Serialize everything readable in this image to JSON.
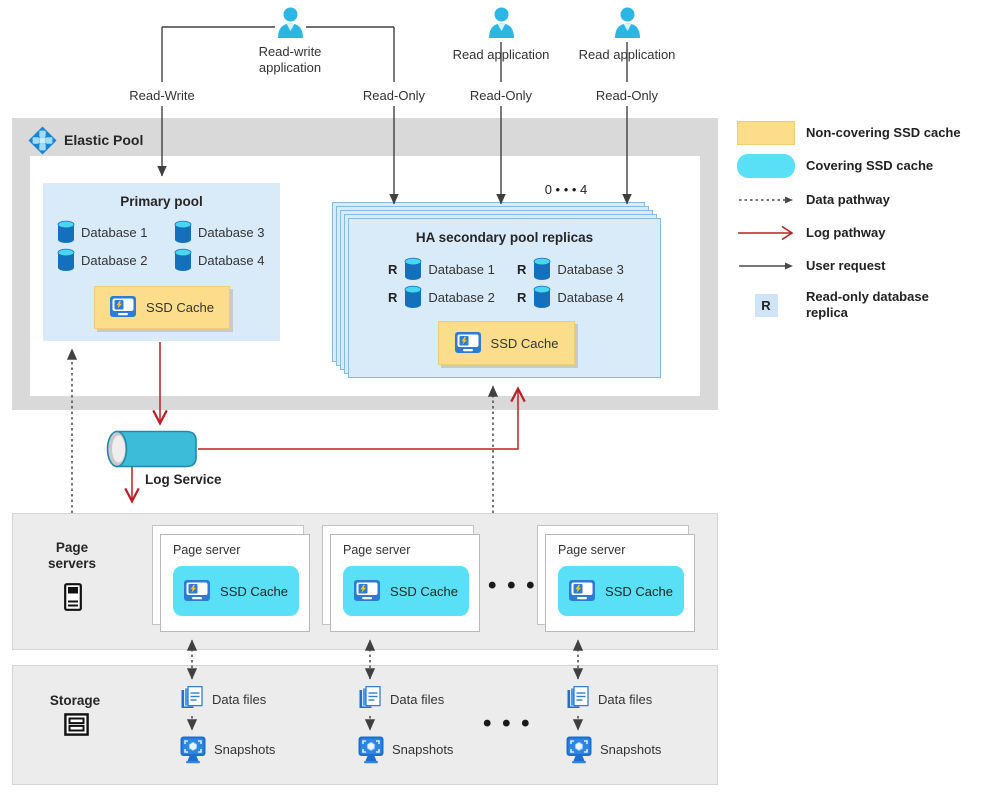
{
  "actors": {
    "read_write_app": {
      "name": "Read-write application",
      "left_request": "Read-Write",
      "right_request": "Read-Only"
    },
    "read_app_1": {
      "name": "Read application",
      "request": "Read-Only"
    },
    "read_app_2": {
      "name": "Read application",
      "request": "Read-Only"
    }
  },
  "elastic_pool": {
    "title": "Elastic Pool",
    "primary": {
      "title": "Primary pool",
      "databases": [
        "Database 1",
        "Database 2",
        "Database 3",
        "Database 4"
      ],
      "ssd_cache": "SSD Cache"
    },
    "replicas": {
      "title": "HA secondary pool replicas",
      "count_label": "0 • • • 4",
      "replica_badge": "R",
      "databases": [
        "Database 1",
        "Database 2",
        "Database 3",
        "Database 4"
      ],
      "ssd_cache": "SSD Cache"
    }
  },
  "log_service": {
    "title": "Log Service"
  },
  "page_servers": {
    "title": "Page servers",
    "ellipsis": "• • •",
    "cards": [
      {
        "title": "Page server",
        "ssd_cache": "SSD Cache"
      },
      {
        "title": "Page server",
        "ssd_cache": "SSD Cache"
      },
      {
        "title": "Page server",
        "ssd_cache": "SSD Cache"
      }
    ]
  },
  "storage": {
    "title": "Storage",
    "ellipsis": "• • •",
    "columns": [
      {
        "data_files": "Data files",
        "snapshots": "Snapshots"
      },
      {
        "data_files": "Data files",
        "snapshots": "Snapshots"
      },
      {
        "data_files": "Data files",
        "snapshots": "Snapshots"
      }
    ]
  },
  "legend": {
    "items": [
      {
        "label": "Non-covering SSD cache"
      },
      {
        "label": "Covering SSD cache"
      },
      {
        "label": "Data pathway"
      },
      {
        "label": "Log pathway"
      },
      {
        "label": "User request"
      },
      {
        "label": "Read-only database replica",
        "badge": "R"
      }
    ]
  },
  "colors": {
    "non_covering_cache": "#fbdd8c",
    "covering_cache": "#59e0f6",
    "pool_fill": "#d9eaf9",
    "log_pathway_red": "#bb1f24",
    "container_gray": "#d9d9d9"
  }
}
